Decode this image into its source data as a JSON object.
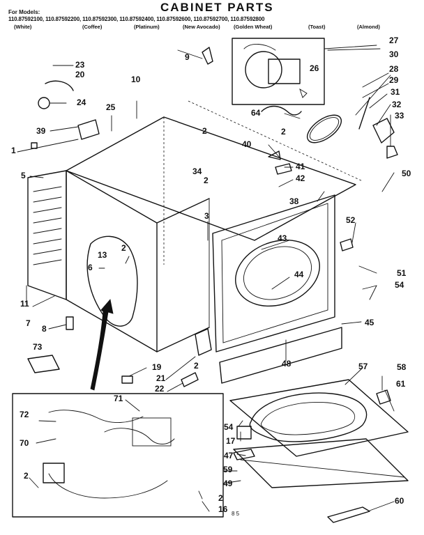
{
  "header": {
    "title": "CABINET PARTS",
    "for_models": "For Models:",
    "models": "110.87592100, 110.87592200, 110.87592300, 110.87592400, 110.87592600, 110.87592700, 110.87592800",
    "colors": [
      "(White)",
      "(Coffee)",
      "(Platinum)",
      "(New Avocado)",
      "(Golden Wheat)",
      "(Toast)",
      "(Almond)"
    ]
  },
  "callouts": [
    "1",
    "2",
    "2",
    "2",
    "2",
    "2",
    "2",
    "2",
    "3",
    "5",
    "6",
    "7",
    "8",
    "9",
    "10",
    "11",
    "13",
    "16",
    "17",
    "19",
    "20",
    "21",
    "22",
    "23",
    "24",
    "25",
    "26",
    "27",
    "28",
    "29",
    "30",
    "31",
    "32",
    "33",
    "34",
    "38",
    "39",
    "40",
    "41",
    "42",
    "43",
    "44",
    "45",
    "47",
    "48",
    "49",
    "50",
    "51",
    "52",
    "54",
    "54",
    "57",
    "58",
    "59",
    "60",
    "61",
    "64",
    "70",
    "71",
    "72",
    "73"
  ],
  "page_code": "8 5"
}
